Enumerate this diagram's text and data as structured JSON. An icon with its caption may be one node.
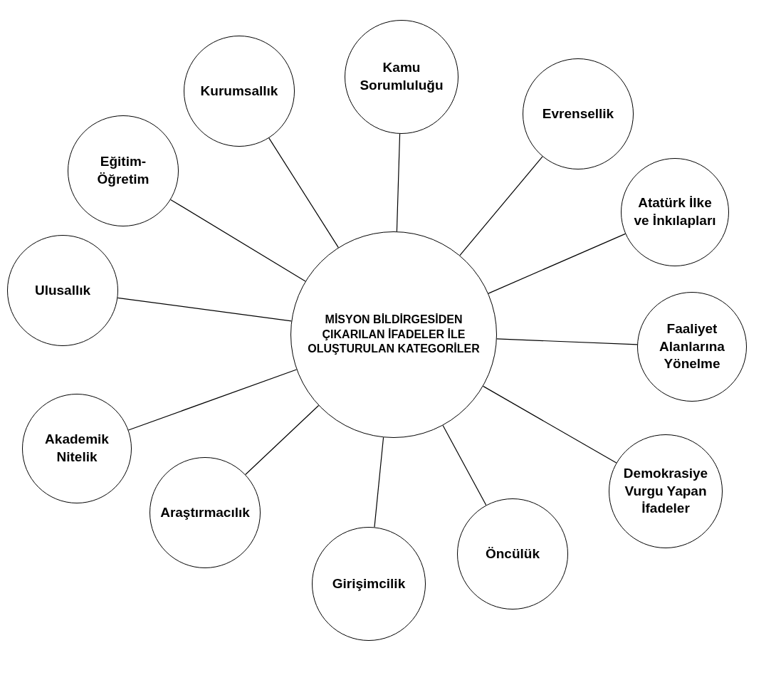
{
  "diagram": {
    "nodes": [
      {
        "text": [
          "MİSYON BİLDİRGESİDEN ÇIKARILAN İFADELER İLE OLUŞTURULAN KATEGORİLER"
        ]
      },
      {
        "text": [
          "Kamu Sorumluluğu"
        ]
      },
      {
        "text": [
          "Kurumsallık"
        ]
      },
      {
        "text": [
          "Evrensellik"
        ]
      },
      {
        "text": [
          "Eğitim-Öğretim"
        ]
      },
      {
        "text": [
          "Atatürk İlke ve İnkılapları"
        ]
      },
      {
        "text": [
          "Ulusallık"
        ]
      },
      {
        "text": [
          "Faaliyet Alanlarına Yönelme"
        ]
      },
      {
        "text": [
          "Akademik Nitelik"
        ]
      },
      {
        "text": [
          "Demokrasiye Vurgu Yapan İfadeler"
        ]
      },
      {
        "text": [
          "Araştırmacılık"
        ]
      },
      {
        "text": [
          "Öncülük"
        ]
      },
      {
        "text": [
          "Girişimcilik"
        ]
      }
    ],
    "edges": [
      {
        "from": 0,
        "to": 1,
        "arrow": "none"
      },
      {
        "from": 0,
        "to": 2,
        "arrow": "none"
      },
      {
        "from": 0,
        "to": 3,
        "arrow": "none"
      },
      {
        "from": 0,
        "to": 4,
        "arrow": "none"
      },
      {
        "from": 0,
        "to": 5,
        "arrow": "none"
      },
      {
        "from": 0,
        "to": 6,
        "arrow": "none"
      },
      {
        "from": 0,
        "to": 7,
        "arrow": "none"
      },
      {
        "from": 0,
        "to": 8,
        "arrow": "none"
      },
      {
        "from": 0,
        "to": 9,
        "arrow": "none"
      },
      {
        "from": 0,
        "to": 10,
        "arrow": "none"
      },
      {
        "from": 0,
        "to": 11,
        "arrow": "none"
      },
      {
        "from": 0,
        "to": 12,
        "arrow": "none"
      }
    ]
  }
}
